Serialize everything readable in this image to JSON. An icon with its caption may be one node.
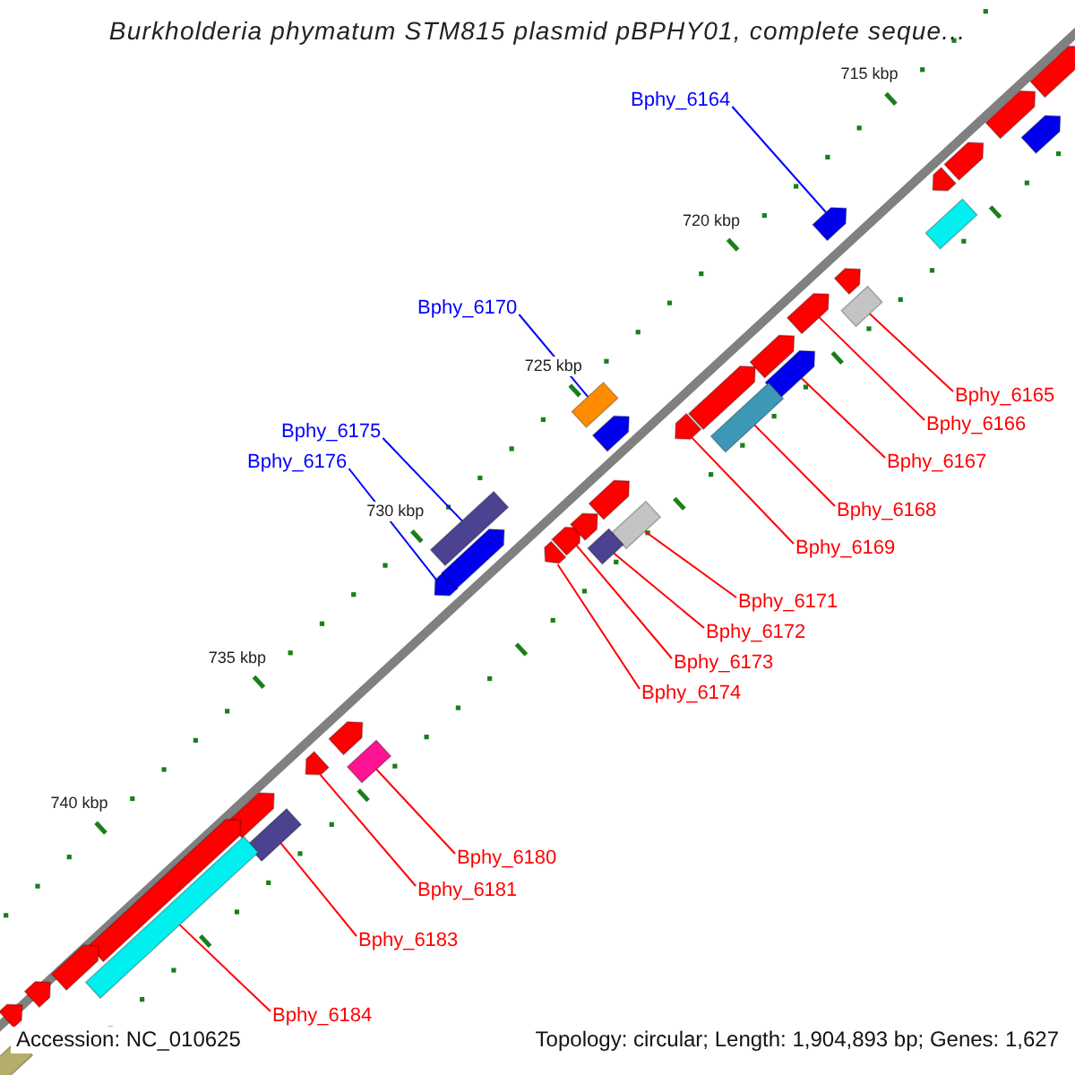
{
  "diagram": {
    "title": "Burkholderia phymatum STM815 plasmid pBPHY01, complete seque...",
    "nodes": [
      {
        "text": [
          "Bphy_6164"
        ]
      },
      {
        "text": [
          "Bphy_6170"
        ]
      },
      {
        "text": [
          "Bphy_6165"
        ]
      },
      {
        "text": [
          "Bphy_6166"
        ]
      },
      {
        "text": [
          "Bphy_6175"
        ]
      },
      {
        "text": [
          "Bphy_6167"
        ]
      },
      {
        "text": [
          "Bphy_6176"
        ]
      },
      {
        "text": [
          "Bphy_6168"
        ]
      },
      {
        "text": [
          "Bphy_6169"
        ]
      },
      {
        "text": [
          "Bphy_6171"
        ]
      },
      {
        "text": [
          "Bphy_6172"
        ]
      },
      {
        "text": [
          "Bphy_6173"
        ]
      },
      {
        "text": [
          "Bphy_6174"
        ]
      },
      {
        "text": [
          "Bphy_6180"
        ]
      },
      {
        "text": [
          "Bphy_6181"
        ]
      },
      {
        "text": [
          "Bphy_6183"
        ]
      },
      {
        "text": [
          "Bphy_6184"
        ]
      },
      {
        "text": [],
        "shape": "box"
      },
      {
        "text": [],
        "shape": "box"
      },
      {
        "text": [],
        "shape": "box"
      },
      {
        "text": [],
        "shape": "box"
      },
      {
        "text": [],
        "shape": "box"
      },
      {
        "text": [],
        "shape": "box"
      },
      {
        "text": [],
        "shape": "box"
      },
      {
        "text": [],
        "shape": "box"
      },
      {
        "text": [],
        "shape": "box"
      },
      {
        "text": [],
        "shape": "box"
      },
      {
        "text": [],
        "shape": "box"
      },
      {
        "text": [],
        "shape": "box"
      },
      {
        "text": [],
        "shape": "box"
      },
      {
        "text": [],
        "shape": "box"
      },
      {
        "text": [],
        "shape": "box"
      },
      {
        "text": [],
        "shape": "box"
      },
      {
        "text": [],
        "shape": "box"
      },
      {
        "text": [],
        "shape": "box"
      },
      {
        "text": [],
        "shape": "box"
      },
      {
        "text": [],
        "shape": "box"
      },
      {
        "text": [],
        "shape": "box"
      },
      {
        "text": [],
        "shape": "box"
      },
      {
        "text": [],
        "shape": "box"
      },
      {
        "text": [],
        "shape": "box"
      },
      {
        "text": [],
        "shape": "box"
      },
      {
        "text": [],
        "shape": "box"
      },
      {
        "text": [],
        "shape": "box"
      },
      {
        "text": [],
        "shape": "box"
      },
      {
        "text": [],
        "shape": "box"
      },
      {
        "text": [],
        "shape": "box"
      },
      {
        "text": [],
        "shape": "box"
      },
      {
        "text": [],
        "shape": "box"
      },
      {
        "text": [],
        "shape": "box"
      },
      {
        "text": [],
        "shape": "box"
      },
      {
        "text": [],
        "shape": "box"
      },
      {
        "text": [],
        "shape": "box"
      },
      {
        "text": [],
        "shape": "box"
      }
    ],
    "edges": [
      {
        "from": 0,
        "to": 17,
        "arrow": "none",
        "color": "#0000ff"
      },
      {
        "from": 1,
        "to": 18,
        "arrow": "none",
        "color": "#0000ff"
      },
      {
        "from": 2,
        "to": 19,
        "arrow": "none"
      },
      {
        "from": 3,
        "to": 20,
        "arrow": "none"
      },
      {
        "from": 4,
        "to": 21,
        "arrow": "none",
        "color": "#0000ff"
      },
      {
        "from": 5,
        "to": 22,
        "arrow": "none"
      },
      {
        "from": 6,
        "to": 23,
        "arrow": "none",
        "color": "#0000ff"
      },
      {
        "from": 7,
        "to": 24,
        "arrow": "none"
      },
      {
        "from": 8,
        "to": 25,
        "arrow": "none"
      },
      {
        "from": 9,
        "to": 26,
        "arrow": "none"
      },
      {
        "from": 10,
        "to": 27,
        "arrow": "none"
      },
      {
        "from": 11,
        "to": 28,
        "arrow": "none"
      },
      {
        "from": 12,
        "to": 29,
        "arrow": "none"
      },
      {
        "from": 13,
        "to": 30,
        "arrow": "none"
      },
      {
        "from": 14,
        "to": 31,
        "arrow": "none"
      },
      {
        "from": 15,
        "to": 32,
        "arrow": "none"
      },
      {
        "from": 16,
        "to": 33,
        "arrow": "none"
      }
    ],
    "labels": [
      "715 kbp",
      "720 kbp",
      "725 kbp",
      "730 kbp",
      "735 kbp",
      "740 kbp",
      "Accession: NC_010625",
      "Topology: circular; Length: 1,904,893 bp; Genes: 1,627"
    ]
  }
}
